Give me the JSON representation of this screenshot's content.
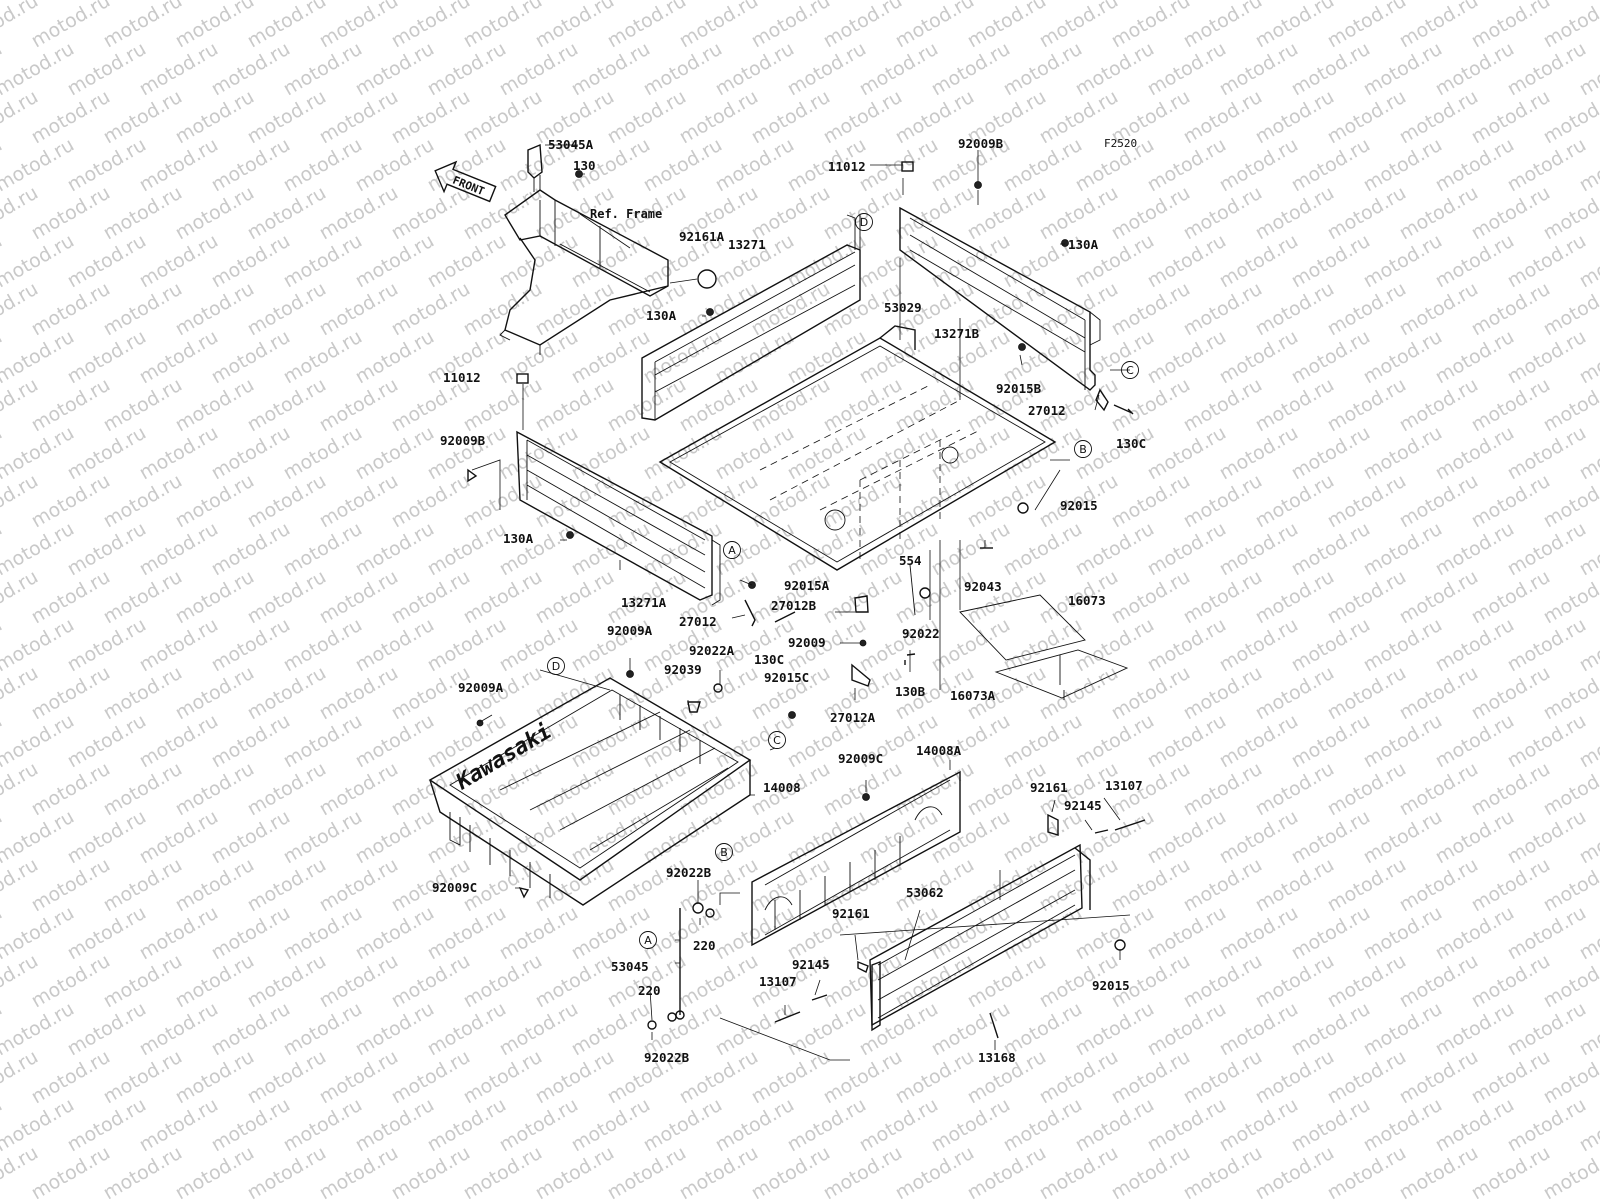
{
  "figure_code": "F2520",
  "front_indicator": "FRONT",
  "reference_note": "Ref. Frame",
  "watermark": {
    "text": "motod.ru",
    "color": "#c9c9c9"
  },
  "callouts": [
    {
      "id": "53045A",
      "text": "53045A"
    },
    {
      "id": "130",
      "text": "130"
    },
    {
      "id": "92161A",
      "text": "92161A"
    },
    {
      "id": "13271",
      "text": "13271"
    },
    {
      "id": "130A_top",
      "text": "130A"
    },
    {
      "id": "11012_top",
      "text": "11012"
    },
    {
      "id": "92009B_top",
      "text": "92009B"
    },
    {
      "id": "130A_right",
      "text": "130A"
    },
    {
      "id": "53029",
      "text": "53029"
    },
    {
      "id": "13271B",
      "text": "13271B"
    },
    {
      "id": "92015B",
      "text": "92015B"
    },
    {
      "id": "27012_right",
      "text": "27012"
    },
    {
      "id": "130C_right",
      "text": "130C"
    },
    {
      "id": "92015_mid",
      "text": "92015"
    },
    {
      "id": "11012_left",
      "text": "11012"
    },
    {
      "id": "92009B_left",
      "text": "92009B"
    },
    {
      "id": "130A_left",
      "text": "130A"
    },
    {
      "id": "13271A",
      "text": "13271A"
    },
    {
      "id": "92015A",
      "text": "92015A"
    },
    {
      "id": "27012B",
      "text": "27012B"
    },
    {
      "id": "27012_left",
      "text": "27012"
    },
    {
      "id": "554",
      "text": "554"
    },
    {
      "id": "92043",
      "text": "92043"
    },
    {
      "id": "16073",
      "text": "16073"
    },
    {
      "id": "92009A_top",
      "text": "92009A"
    },
    {
      "id": "92022A",
      "text": "92022A"
    },
    {
      "id": "92039",
      "text": "92039"
    },
    {
      "id": "130C_left",
      "text": "130C"
    },
    {
      "id": "92009",
      "text": "92009"
    },
    {
      "id": "92022",
      "text": "92022"
    },
    {
      "id": "92015C",
      "text": "92015C"
    },
    {
      "id": "130B",
      "text": "130B"
    },
    {
      "id": "16073A",
      "text": "16073A"
    },
    {
      "id": "27012A",
      "text": "27012A"
    },
    {
      "id": "92009A_left",
      "text": "92009A"
    },
    {
      "id": "14008",
      "text": "14008"
    },
    {
      "id": "92009C_mid",
      "text": "92009C"
    },
    {
      "id": "14008A",
      "text": "14008A"
    },
    {
      "id": "92161_right",
      "text": "92161"
    },
    {
      "id": "13107_right",
      "text": "13107"
    },
    {
      "id": "92145_right",
      "text": "92145"
    },
    {
      "id": "92009C_left",
      "text": "92009C"
    },
    {
      "id": "92022B_top",
      "text": "92022B"
    },
    {
      "id": "220_top",
      "text": "220"
    },
    {
      "id": "53045",
      "text": "53045"
    },
    {
      "id": "220_bottom",
      "text": "220"
    },
    {
      "id": "92022B_bottom",
      "text": "92022B"
    },
    {
      "id": "92161_mid",
      "text": "92161"
    },
    {
      "id": "53062",
      "text": "53062"
    },
    {
      "id": "92145_mid",
      "text": "92145"
    },
    {
      "id": "13107_mid",
      "text": "13107"
    },
    {
      "id": "13168",
      "text": "13168"
    },
    {
      "id": "92015_bottom",
      "text": "92015"
    }
  ],
  "reference_markers": [
    {
      "id": "D_top",
      "text": "D"
    },
    {
      "id": "C_right",
      "text": "C"
    },
    {
      "id": "B_mid",
      "text": "B"
    },
    {
      "id": "A_left",
      "text": "A"
    },
    {
      "id": "D_box",
      "text": "D"
    },
    {
      "id": "C_box",
      "text": "C"
    },
    {
      "id": "B_box",
      "text": "B"
    },
    {
      "id": "A_bottom",
      "text": "A"
    }
  ],
  "tray_brand": "Kawasaki"
}
